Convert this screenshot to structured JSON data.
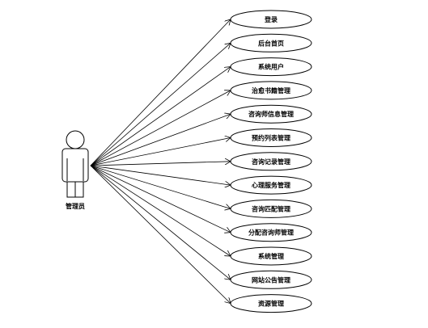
{
  "actor": {
    "label": "管理员"
  },
  "use_cases": [
    {
      "label": "登录"
    },
    {
      "label": "后台首页"
    },
    {
      "label": "系统用户"
    },
    {
      "label": "治愈书籍管理"
    },
    {
      "label": "咨询师信息管理"
    },
    {
      "label": "预约列表管理"
    },
    {
      "label": "咨询记录管理"
    },
    {
      "label": "心理服务管理"
    },
    {
      "label": "咨询匹配管理"
    },
    {
      "label": "分配咨询师管理"
    },
    {
      "label": "系统管理"
    },
    {
      "label": "网站公告管理"
    },
    {
      "label": "资源管理"
    }
  ]
}
